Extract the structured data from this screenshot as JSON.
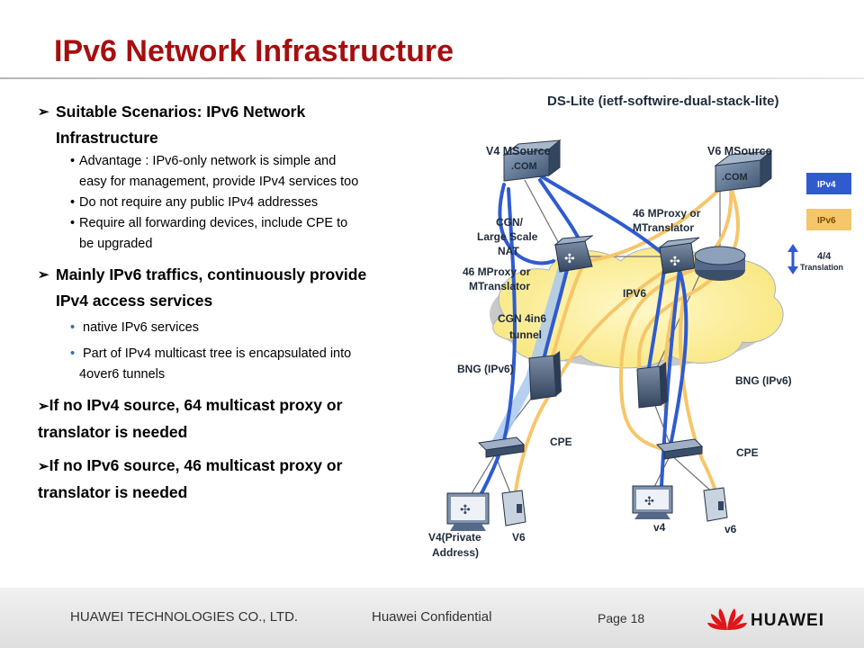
{
  "title": "IPv6 Network Infrastructure",
  "bullets": {
    "scenario": [
      "Suitable Scenarios: IPv6 Network",
      "Infrastructure"
    ],
    "sub1": [
      "Advantage : IPv6-only network is simple and",
      "easy for management, provide IPv4 services too",
      "Do not require any public IPv4 addresses",
      "Require all forwarding devices, include CPE to",
      "be upgraded"
    ],
    "mainly": [
      "Mainly IPv6 traffics, continuously provide",
      "IPv4 access services"
    ],
    "sub2": [
      "native IPv6 services",
      "Part of IPv4 multicast tree is encapsulated into",
      "4over6 tunnels"
    ],
    "no_v4": [
      "If no IPv4 source, 64 multicast proxy or",
      "translator is needed"
    ],
    "no_v6": [
      "If no IPv6 source, 46 multicast proxy or",
      "translator is needed"
    ]
  },
  "diagram": {
    "heading": "DS-Lite (ietf-softwire-dual-stack-lite)",
    "v4_source": "V4 MSource",
    "v6_source": "V6 MSource",
    "com": ".COM",
    "cgn": [
      "CGN/",
      "Large Scale",
      "NAT"
    ],
    "proxy_left": [
      "46 MProxy or",
      "MTranslator"
    ],
    "proxy_right": [
      "46 MProxy or",
      "MTranslator"
    ],
    "cgn_tunnel": [
      "CGN 4in6",
      "tunnel"
    ],
    "ipv6_cloud": "IPV6",
    "bng_left": "BNG (IPv6)",
    "bng_right": "BNG (IPv6)",
    "cpe_left": "CPE",
    "cpe_right": "CPE",
    "host_left": [
      "V4(Private",
      "Address)"
    ],
    "host_v6_left": "V6",
    "host_v4_right": "v4",
    "host_v6_right": "v6",
    "legend": {
      "ipv4": "IPv4",
      "ipv6": "IPv6",
      "translation_top": "4/4",
      "translation_bottom": "Translation",
      "ipv4_color": "#2f5bcf",
      "ipv6_color": "#f6c66a"
    }
  },
  "footer": {
    "company": "HUAWEI TECHNOLOGIES CO., LTD.",
    "confidential": "Huawei Confidential",
    "page": "Page 18",
    "brand": "HUAWEI",
    "brand_color": "#e0151b"
  }
}
